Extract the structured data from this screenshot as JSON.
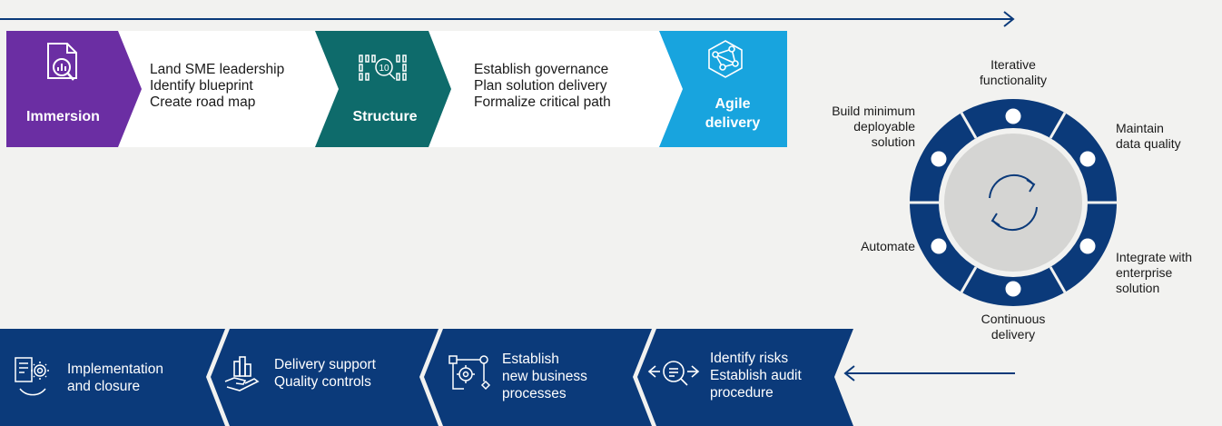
{
  "top_flow": {
    "stages": [
      {
        "label": "Immersion",
        "icon": "document-magnifier-icon",
        "color": "#6b2ea3",
        "items": [
          "Land SME leadership",
          "Identify blueprint",
          "Create road map"
        ]
      },
      {
        "label": "Structure",
        "icon": "binary-search-icon",
        "color": "#0e6b6b",
        "items": [
          "Establish governance",
          "Plan solution delivery",
          "Formalize critical path"
        ]
      },
      {
        "label_lines": [
          "Agile",
          "delivery"
        ],
        "icon": "network-nodes-icon",
        "color": "#18a4de"
      }
    ]
  },
  "cycle": {
    "labels": {
      "top": [
        "Iterative",
        "functionality"
      ],
      "top_right": [
        "Maintain",
        "data quality"
      ],
      "bottom_right": [
        "Integrate with",
        "enterprise",
        "solution"
      ],
      "bottom": [
        "Continuous",
        "delivery"
      ],
      "left": [
        "Automate"
      ],
      "top_left": [
        "Build minimum",
        "deployable",
        "solution"
      ]
    },
    "center_icon": "cycle-arrows-icon",
    "ring_color": "#0b3a7a"
  },
  "bottom_flow": {
    "color": "#0b3a7a",
    "steps": [
      {
        "icon": "document-gear-icon",
        "lines": [
          "Implementation",
          "and closure"
        ]
      },
      {
        "icon": "hand-chart-icon",
        "lines": [
          "Delivery support",
          "Quality controls"
        ]
      },
      {
        "icon": "process-gears-icon",
        "lines": [
          "Establish",
          "new business",
          "processes"
        ]
      },
      {
        "icon": "magnifier-arrows-icon",
        "lines": [
          "Identify risks",
          "Establish audit",
          "procedure"
        ]
      }
    ]
  }
}
